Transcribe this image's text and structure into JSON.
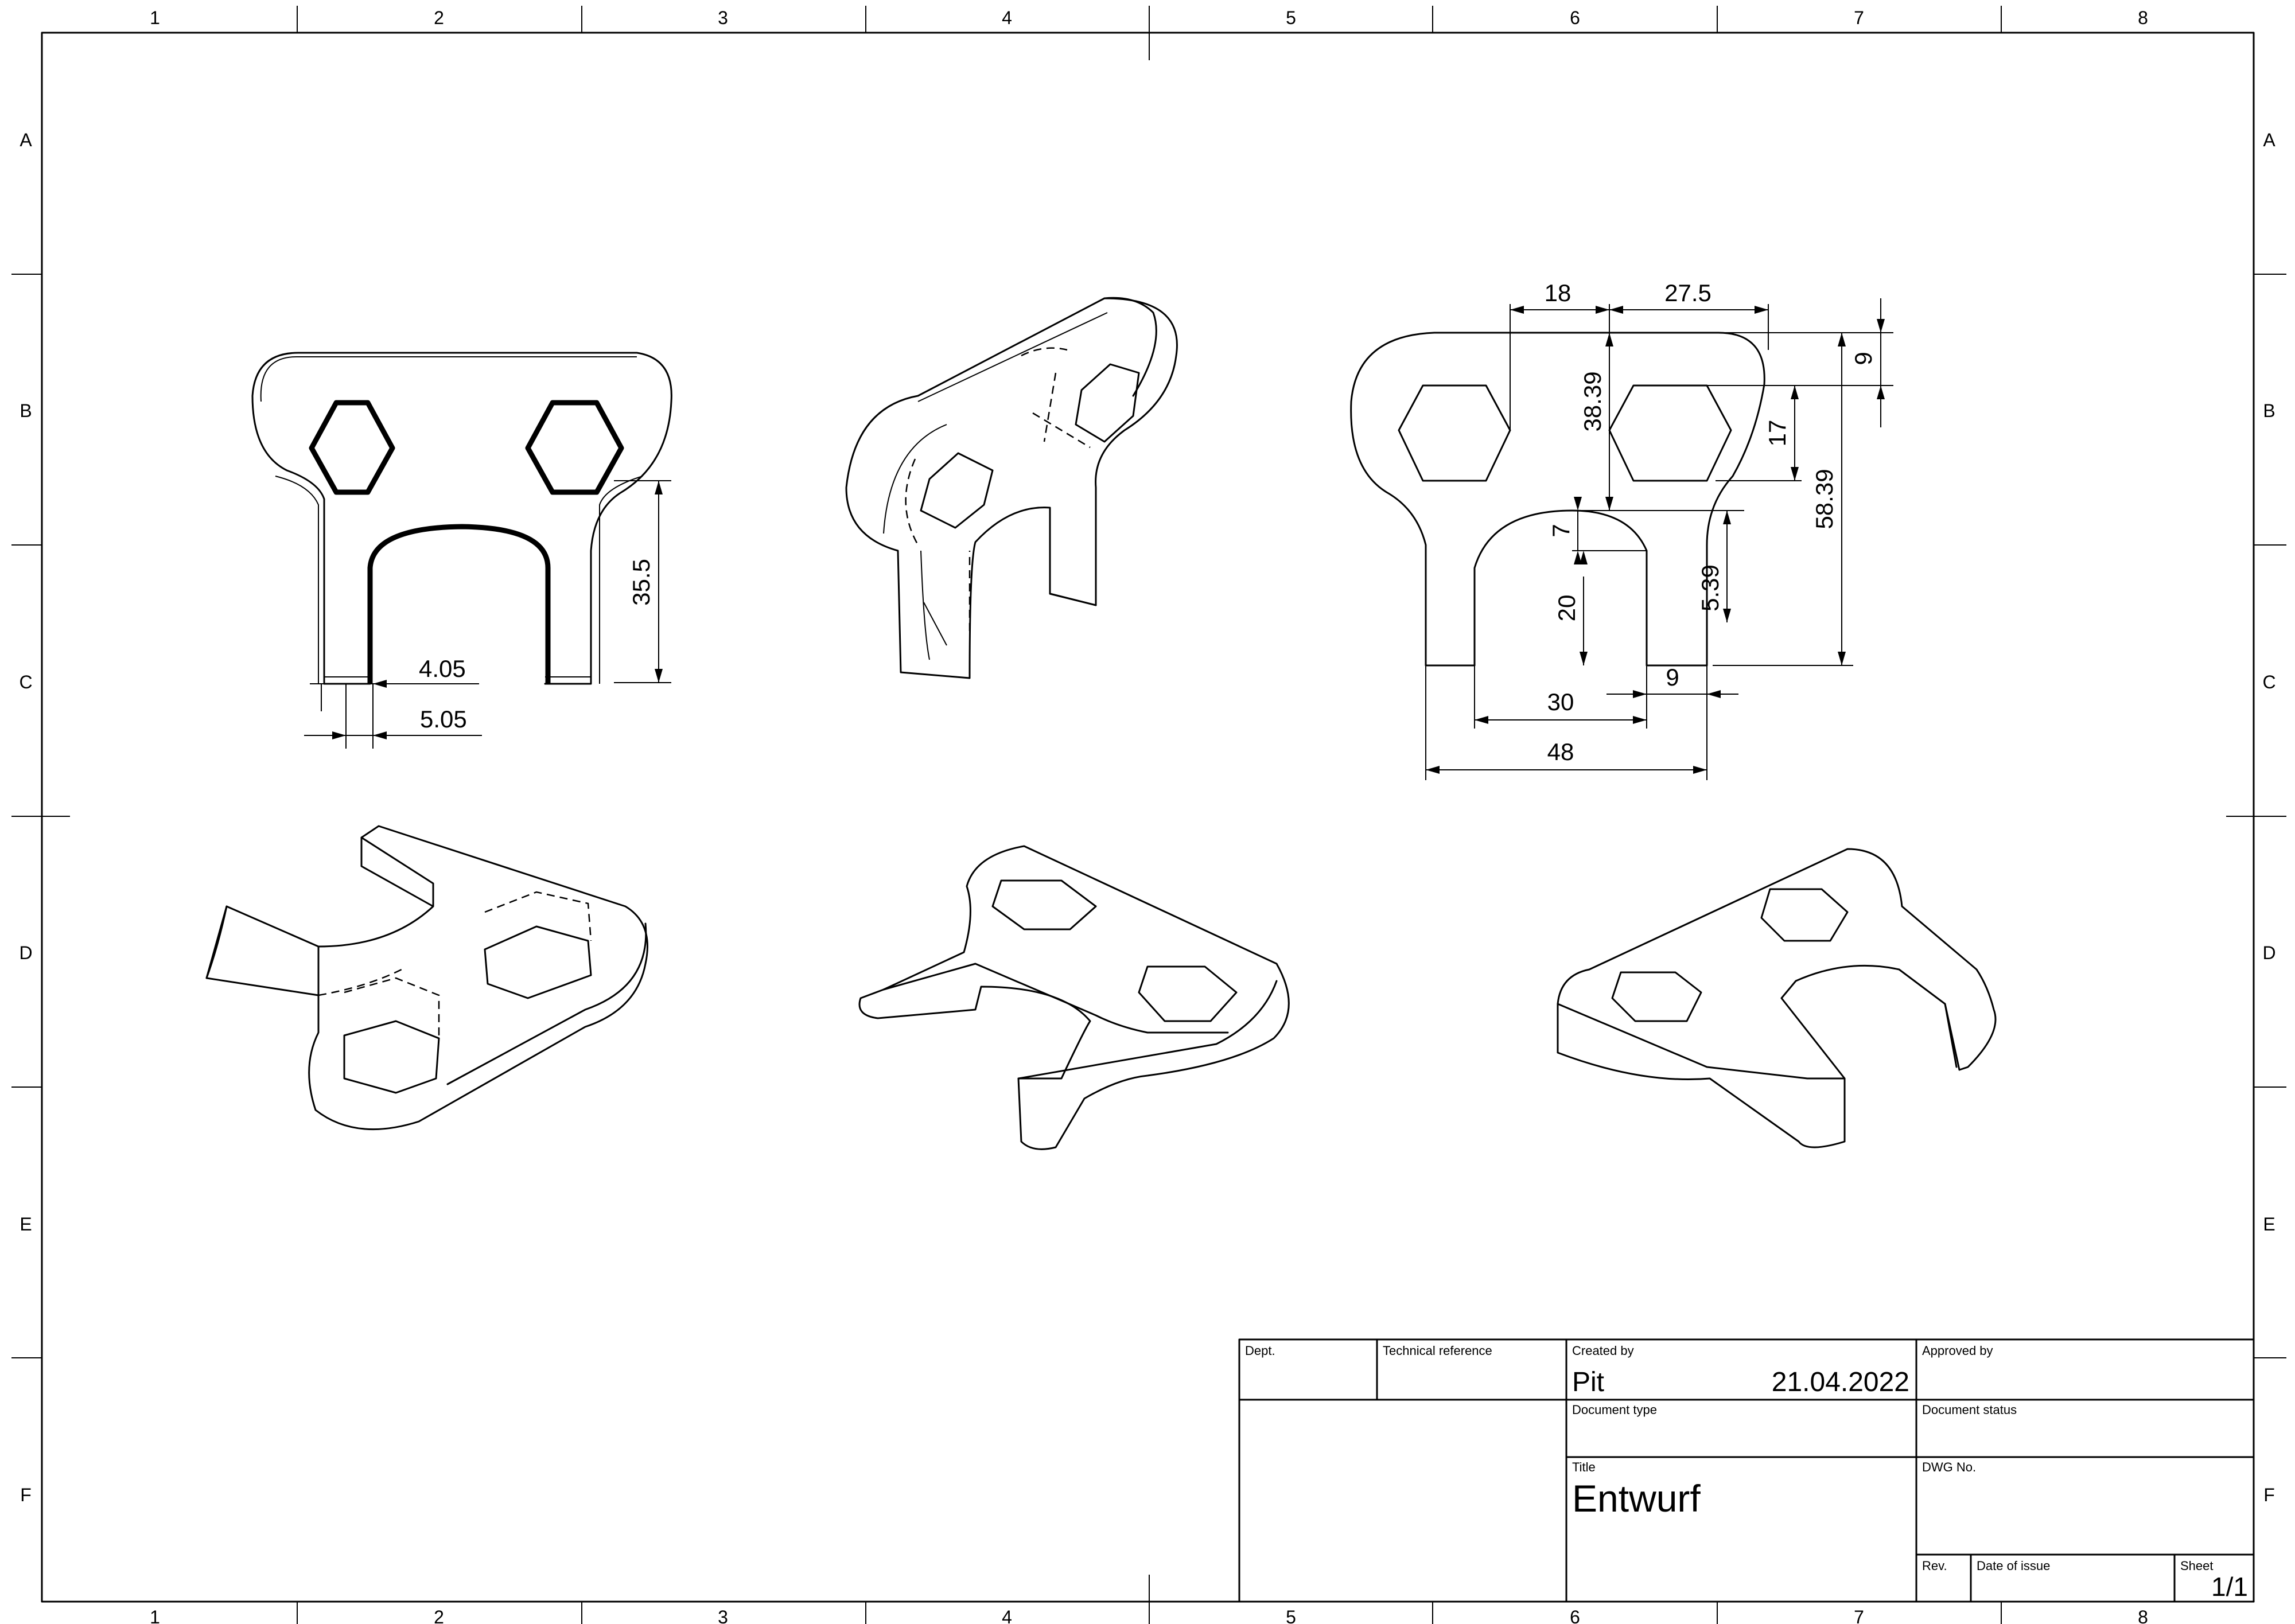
{
  "frame": {
    "columns": [
      "1",
      "2",
      "3",
      "4",
      "5",
      "6",
      "7",
      "8"
    ],
    "rows": [
      "A",
      "B",
      "C",
      "D",
      "E",
      "F"
    ]
  },
  "dimensions": {
    "front": {
      "width_a": "4.05",
      "width_b": "5.05",
      "height": "35.5"
    },
    "right": {
      "d18": "18",
      "d27_5": "27.5",
      "d38_39": "38.39",
      "d9_top": "9",
      "d17": "17",
      "d58_39": "58.39",
      "d7": "7",
      "d5_39": "5.39",
      "d20": "20",
      "d30": "30",
      "d9_bottom": "9",
      "d48": "48"
    }
  },
  "title_block": {
    "dept_label": "Dept.",
    "tech_ref_label": "Technical reference",
    "created_by_label": "Created by",
    "created_by": "Pit",
    "date": "21.04.2022",
    "approved_by_label": "Approved by",
    "doc_type_label": "Document type",
    "doc_status_label": "Document status",
    "title_label": "Title",
    "title": "Entwurf",
    "dwg_label": "DWG No.",
    "rev_label": "Rev.",
    "date_issue_label": "Date of issue",
    "sheet_label": "Sheet",
    "sheet": "1/1"
  }
}
